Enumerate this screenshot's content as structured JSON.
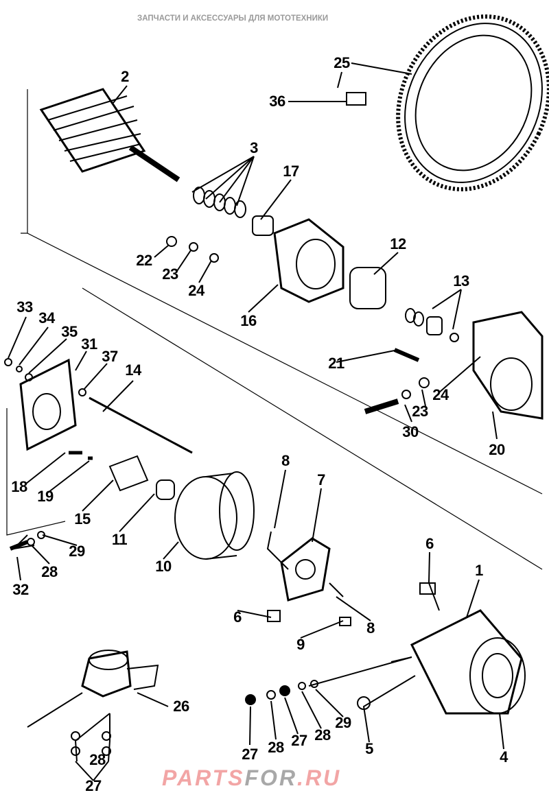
{
  "diagram": {
    "title": "Starter motor exploded view",
    "labels": [
      {
        "id": "l2",
        "text": "2"
      },
      {
        "id": "l25",
        "text": "25"
      },
      {
        "id": "l36",
        "text": "36"
      },
      {
        "id": "l3",
        "text": "3"
      },
      {
        "id": "l17",
        "text": "17"
      },
      {
        "id": "l22",
        "text": "22"
      },
      {
        "id": "l23a",
        "text": "23"
      },
      {
        "id": "l24a",
        "text": "24"
      },
      {
        "id": "l16",
        "text": "16"
      },
      {
        "id": "l12",
        "text": "12"
      },
      {
        "id": "l13",
        "text": "13"
      },
      {
        "id": "l21",
        "text": "21"
      },
      {
        "id": "l33",
        "text": "33"
      },
      {
        "id": "l34",
        "text": "34"
      },
      {
        "id": "l35",
        "text": "35"
      },
      {
        "id": "l31",
        "text": "31"
      },
      {
        "id": "l37",
        "text": "37"
      },
      {
        "id": "l14",
        "text": "14"
      },
      {
        "id": "l24b",
        "text": "24"
      },
      {
        "id": "l23b",
        "text": "23"
      },
      {
        "id": "l30",
        "text": "30"
      },
      {
        "id": "l20",
        "text": "20"
      },
      {
        "id": "l8a",
        "text": "8"
      },
      {
        "id": "l7",
        "text": "7"
      },
      {
        "id": "l18",
        "text": "18"
      },
      {
        "id": "l19",
        "text": "19"
      },
      {
        "id": "l15",
        "text": "15"
      },
      {
        "id": "l11",
        "text": "11"
      },
      {
        "id": "l29a",
        "text": "29"
      },
      {
        "id": "l10",
        "text": "10"
      },
      {
        "id": "l28a",
        "text": "28"
      },
      {
        "id": "l32",
        "text": "32"
      },
      {
        "id": "l6a",
        "text": "6"
      },
      {
        "id": "l1",
        "text": "1"
      },
      {
        "id": "l6b",
        "text": "6"
      },
      {
        "id": "l8b",
        "text": "8"
      },
      {
        "id": "l9",
        "text": "9"
      },
      {
        "id": "l26",
        "text": "26"
      },
      {
        "id": "l29b",
        "text": "29"
      },
      {
        "id": "l27a",
        "text": "27"
      },
      {
        "id": "l28b",
        "text": "28"
      },
      {
        "id": "l27b",
        "text": "27"
      },
      {
        "id": "l28c",
        "text": "28"
      },
      {
        "id": "l5",
        "text": "5"
      },
      {
        "id": "l4",
        "text": "4"
      },
      {
        "id": "l28d",
        "text": "28"
      },
      {
        "id": "l27c",
        "text": "27"
      }
    ]
  },
  "watermark": {
    "tagline": "ЗАПЧАСТИ И АКСЕССУАРЫ ДЛЯ МОТОТЕХНИКИ",
    "brand_a": "PARTS",
    "brand_b": "FOR",
    "brand_c": ".RU"
  }
}
